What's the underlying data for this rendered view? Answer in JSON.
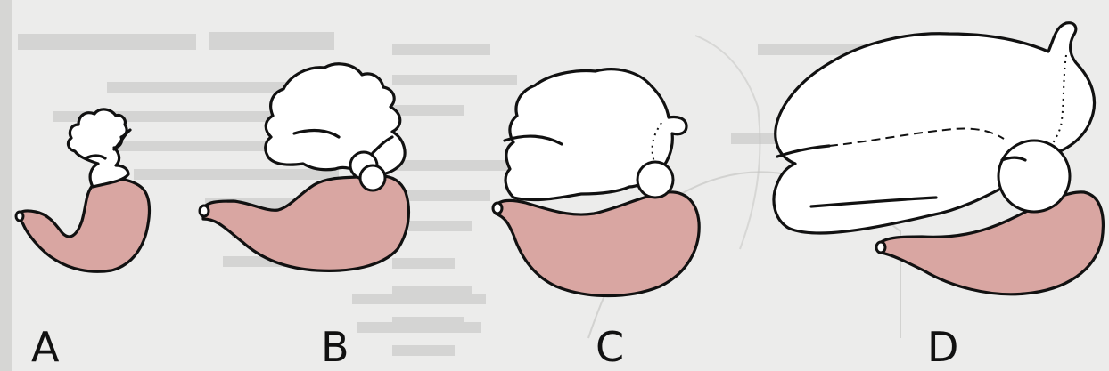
{
  "stages": [
    {
      "id": "A",
      "label": "A"
    },
    {
      "id": "B",
      "label": "B"
    },
    {
      "id": "C",
      "label": "C"
    },
    {
      "id": "D",
      "label": "D"
    }
  ],
  "colors": {
    "abomasum_fill": "#d9a6a2",
    "outline": "#111111",
    "background": "#ececeb",
    "background_text": "#9a9a99"
  }
}
